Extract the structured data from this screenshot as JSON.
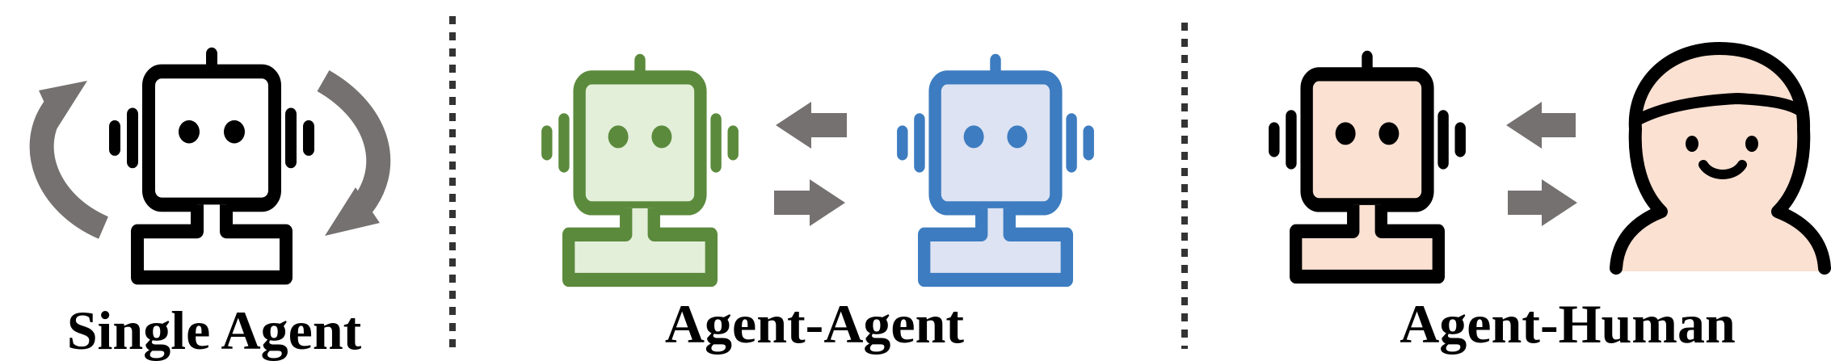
{
  "panels": [
    {
      "label": "Single Agent"
    },
    {
      "label": "Agent-Agent"
    },
    {
      "label": "Agent-Human"
    }
  ],
  "colors": {
    "stroke_dark": "#000000",
    "robot_green": "#5b8a3c",
    "robot_green_fill": "#e3efd9",
    "robot_blue": "#3d7cc0",
    "robot_blue_fill": "#dde3f3",
    "robot_peach_fill": "#fbe1d2",
    "human_fill": "#fbe1d2",
    "arrow_gray": "#767171",
    "divider": "#333333"
  }
}
